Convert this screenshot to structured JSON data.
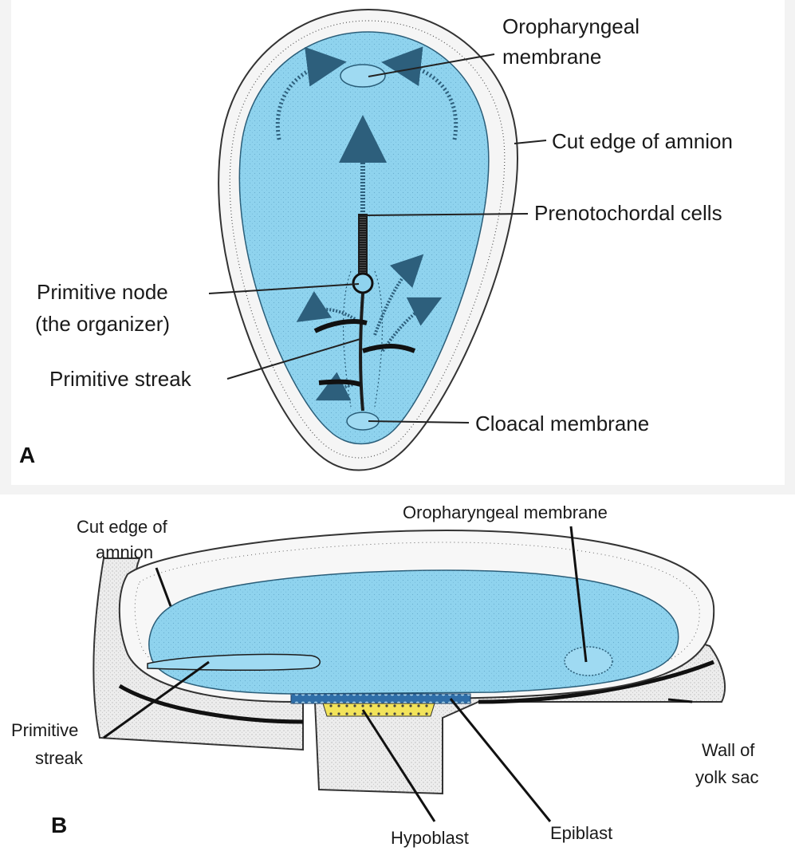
{
  "panel_a": {
    "letter": "A",
    "labels": {
      "oropharyngeal_line1": "Oropharyngeal",
      "oropharyngeal_line2": "membrane",
      "cut_edge_amnion": "Cut edge of amnion",
      "prenotochordal_cells": "Prenotochordal cells",
      "primitive_node_line1": "Primitive node",
      "primitive_node_line2": "(the organizer)",
      "primitive_streak": "Primitive streak",
      "cloacal_membrane": "Cloacal membrane"
    }
  },
  "panel_b": {
    "letter": "B",
    "labels": {
      "cut_edge_line1": "Cut edge of",
      "cut_edge_line2": "amnion",
      "oropharyngeal_membrane": "Oropharyngeal membrane",
      "primitive_streak_line1": "Primitive",
      "primitive_streak_line2": "streak",
      "wall_yolk_line1": "Wall of",
      "wall_yolk_line2": "yolk sac",
      "hypoblast": "Hypoblast",
      "epiblast": "Epiblast"
    }
  },
  "colors": {
    "embryonic_disc": "#8fd3ee",
    "amnion_rim": "#f4f4f4",
    "yolk_sac_wall": "#e9e9e9",
    "hypoblast": "#f2e35a",
    "epiblast": "#3d78b0",
    "separator": "#f3f3f3"
  }
}
